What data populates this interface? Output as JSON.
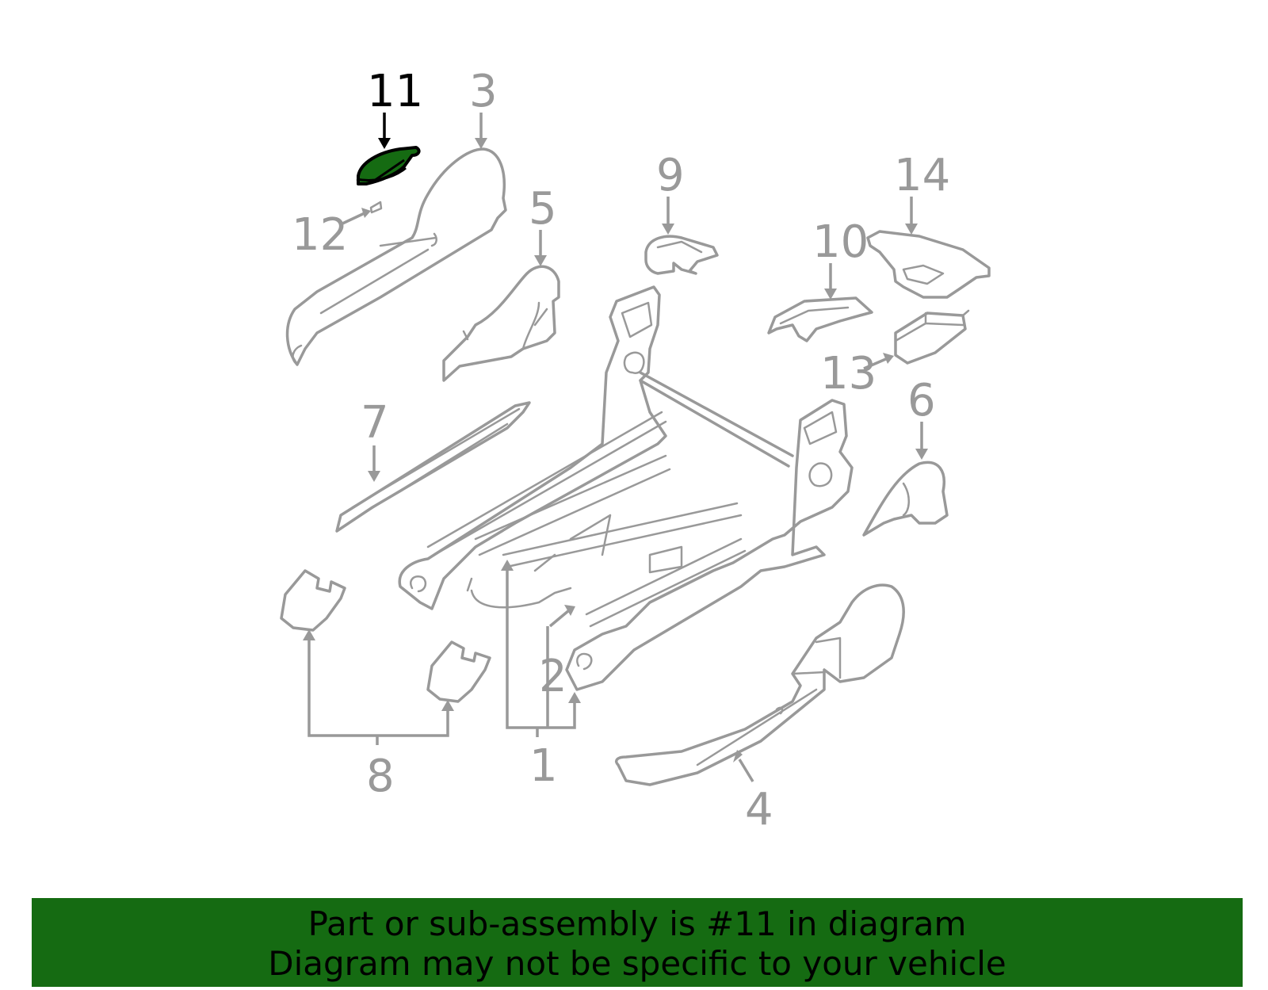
{
  "diagram": {
    "highlight_color": "#156b12",
    "callout_color": "#999999",
    "highlight_text_color": "#000000",
    "callouts": {
      "c1": "1",
      "c2": "2",
      "c3": "3",
      "c4": "4",
      "c5": "5",
      "c6": "6",
      "c7": "7",
      "c8": "8",
      "c9": "9",
      "c10": "10",
      "c11": "11",
      "c12": "12",
      "c13": "13",
      "c14": "14"
    },
    "highlighted_part": "11"
  },
  "banner": {
    "line1": "Part or sub-assembly is #11 in diagram",
    "line2": "Diagram may not be specific to your vehicle",
    "background": "#156b12"
  }
}
